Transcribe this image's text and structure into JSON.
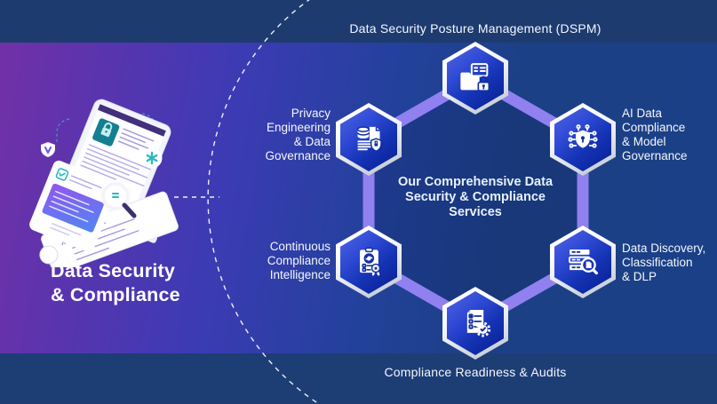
{
  "banner": {
    "top": "Data Security Posture Management (DSPM)",
    "bottom": "Compliance Readiness & Audits"
  },
  "left_panel": {
    "title_lines": [
      "Data Security",
      "& Compliance"
    ],
    "illustration": "isometric-monitor-lock-documents-password-checklist-magnifier"
  },
  "center": {
    "title_lines": [
      "Our Comprehensive Data",
      "Security & Compliance",
      "Services"
    ]
  },
  "nodes": [
    {
      "id": "dspm",
      "icon": "folder-lock-icon",
      "label": "Data Security Posture Management (DSPM)"
    },
    {
      "id": "ai-data-compliance",
      "icon": "ai-shield-circuit-icon",
      "label_lines": [
        "AI Data",
        "Compliance",
        "& Model",
        "Governance"
      ]
    },
    {
      "id": "data-discovery",
      "icon": "server-search-icon",
      "label_lines": [
        "Data Discovery,",
        "Classification",
        "& DLP"
      ]
    },
    {
      "id": "compliance-audits",
      "icon": "checklist-gear-icon",
      "label": "Compliance Readiness & Audits"
    },
    {
      "id": "continuous-compliance",
      "icon": "clipboard-sync-ribbon-icon",
      "label_lines": [
        "Continuous",
        "Compliance",
        "Intelligence"
      ]
    },
    {
      "id": "privacy-engineering",
      "icon": "database-doc-shield-icon",
      "label_lines": [
        "Privacy",
        "Engineering",
        "& Data",
        "Governance"
      ]
    }
  ],
  "colors": {
    "connector_purple": "#9180ef",
    "band_navy": "#1e3b70",
    "main_blue": "#1c4086",
    "left_purple": "#7430a6",
    "node_blue_light": "#5265e4",
    "node_blue_dark": "#071d90",
    "accent_teal": "#2ab9bf",
    "password_pill_blue": "#3f7df2"
  }
}
